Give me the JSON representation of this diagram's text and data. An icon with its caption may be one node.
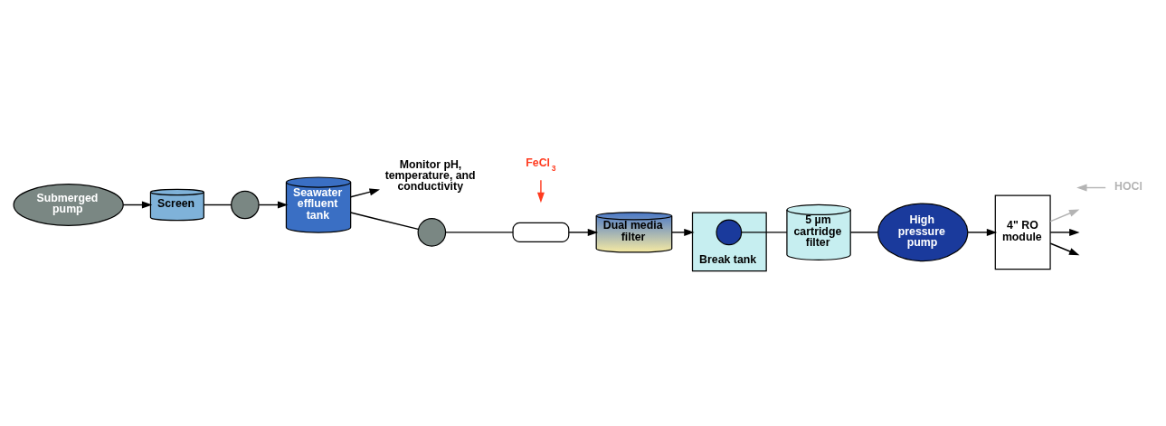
{
  "diagram": {
    "nodes": [
      {
        "text": [
          "Submerged pump"
        ]
      },
      {
        "text": [
          "Screen"
        ]
      },
      {
        "text": [],
        "shape": "circle"
      },
      {
        "text": [
          "Seawater effluent tank"
        ]
      },
      {
        "text": [
          "Monitor pH, temperature, and conductivity"
        ]
      },
      {
        "text": [],
        "shape": "circle"
      },
      {
        "text": [
          "FeCl$_{3}$"
        ]
      },
      {
        "text": [],
        "shape": "box"
      },
      {
        "text": [
          "Dual media filter"
        ]
      },
      {
        "text": [
          "Break tank"
        ]
      },
      {
        "text": [],
        "shape": "circle",
        "in": 9
      },
      {
        "text": [
          "5 µm cartridge filter"
        ]
      },
      {
        "text": [
          "High pressure pump"
        ]
      },
      {
        "text": [
          "4\" RO module"
        ]
      },
      {
        "text": [
          "HOCl"
        ]
      }
    ],
    "edges": [
      {
        "from": 0,
        "to": 1,
        "arrow": "to"
      },
      {
        "from": 1,
        "to": 2,
        "arrow": "none"
      },
      {
        "from": 2,
        "to": 3,
        "arrow": "to"
      },
      {
        "from": 3,
        "to": 4,
        "arrow": "to"
      },
      {
        "from": 3,
        "to": 5,
        "arrow": "none"
      },
      {
        "from": 6,
        "to": null,
        "arrow": "to",
        "color": "#ff3b1f"
      },
      {
        "from": 5,
        "to": 7,
        "arrow": "none"
      },
      {
        "from": 7,
        "to": 8,
        "arrow": "to"
      },
      {
        "from": 8,
        "to": 9,
        "arrow": "to"
      },
      {
        "from": 10,
        "to": 11,
        "arrow": "none"
      },
      {
        "from": 11,
        "to": 12,
        "arrow": "none"
      },
      {
        "from": 12,
        "to": 13,
        "arrow": "to"
      },
      {
        "from": 13,
        "to": null,
        "arrow": "to",
        "color": "#b4b4b4"
      },
      {
        "from": 13,
        "to": null,
        "arrow": "to"
      },
      {
        "from": 13,
        "to": null,
        "arrow": "to"
      },
      {
        "from": 14,
        "to": null,
        "arrow": "to",
        "color": "#b4b4b4"
      }
    ]
  }
}
